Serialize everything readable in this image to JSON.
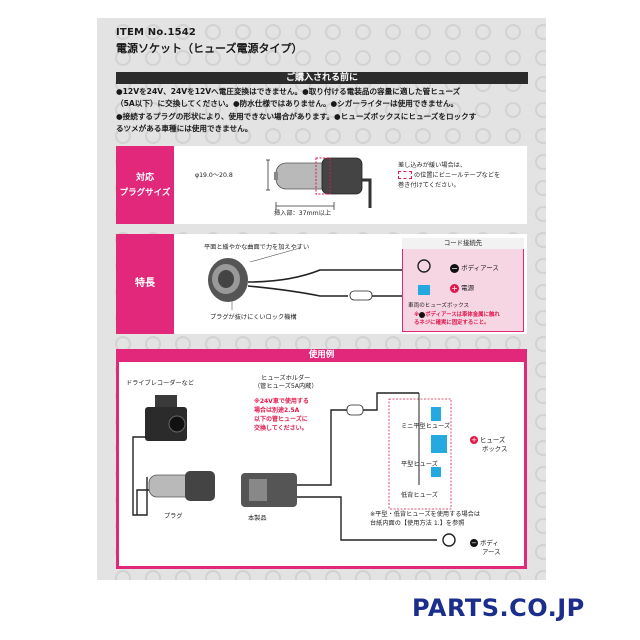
{
  "header": {
    "item_no": "ITEM No.1542",
    "title": "電源ソケット（ヒューズ電源タイプ）"
  },
  "notice": {
    "heading": "ご購入される前に",
    "line1": "●12Vを24V、24Vを12Vへ電圧変換はできません。●取り付ける電装品の容量に適した管ヒューズ",
    "line2": "（5A以下）に交換してください。●防水仕様ではありません。●シガーライターは使用できません。",
    "line3": "●接続するプラグの形状により、使用できない場合があります。●ヒューズボックスにヒューズをロックす",
    "line4": "るツメがある車種には使用できません。"
  },
  "plug_size": {
    "label_line1": "対応",
    "label_line2": "プラグサイズ",
    "diameter": "φ19.0～20.8",
    "insert_length": "挿入部：37mm以上",
    "note_line1": "差し込みが緩い場合は、",
    "note_line2": "の位置にビニールテープなどを",
    "note_line3": "巻き付けてください。"
  },
  "features": {
    "label": "特長",
    "surface_note": "平面と緩やかな曲面で力を加えやすい",
    "lock_note": "プラグが抜けにくいロック機構",
    "connection": {
      "title": "コード接続先",
      "body_earth": "ボディアース",
      "power": "電源",
      "fuse_box": "車両のヒューズボックス",
      "warning_line1": "※",
      "warning_line1b": "ボディアースは車体金属に触れ",
      "warning_line2": "るネジに確実に固定すること。"
    }
  },
  "usage": {
    "heading": "使用例",
    "dashcam": "ドライブレコーダーなど",
    "fuse_holder_line1": "ヒューズホルダー",
    "fuse_holder_line2": "（管ヒューズ5A内蔵）",
    "warn_line1": "※24V車で使用する",
    "warn_line2": "場合は別途2.5A",
    "warn_line3": "以下の管ヒューズに",
    "warn_line4": "交換してください。",
    "mini_fuse": "ミニ平型ヒューズ",
    "flat_fuse": "平型ヒューズ",
    "low_fuse": "低背ヒューズ",
    "fuse_box_line1": "ヒューズ",
    "fuse_box_line2": "ボックス",
    "plug": "プラグ",
    "product": "本製品",
    "fuse_note_line1": "※平型・低背ヒューズを使用する場合は",
    "fuse_note_line2": "台紙内面の【使用方法 1.】を参照",
    "body_line1": "ボディ",
    "body_line2": "アース"
  },
  "footer": {
    "logo": "PARTS.CO.JP"
  },
  "colors": {
    "accent_pink": "#e2287a",
    "warning_red": "#e2184b",
    "logo_blue": "#1b2e8c",
    "fuse_cyan": "#26a9e0"
  }
}
